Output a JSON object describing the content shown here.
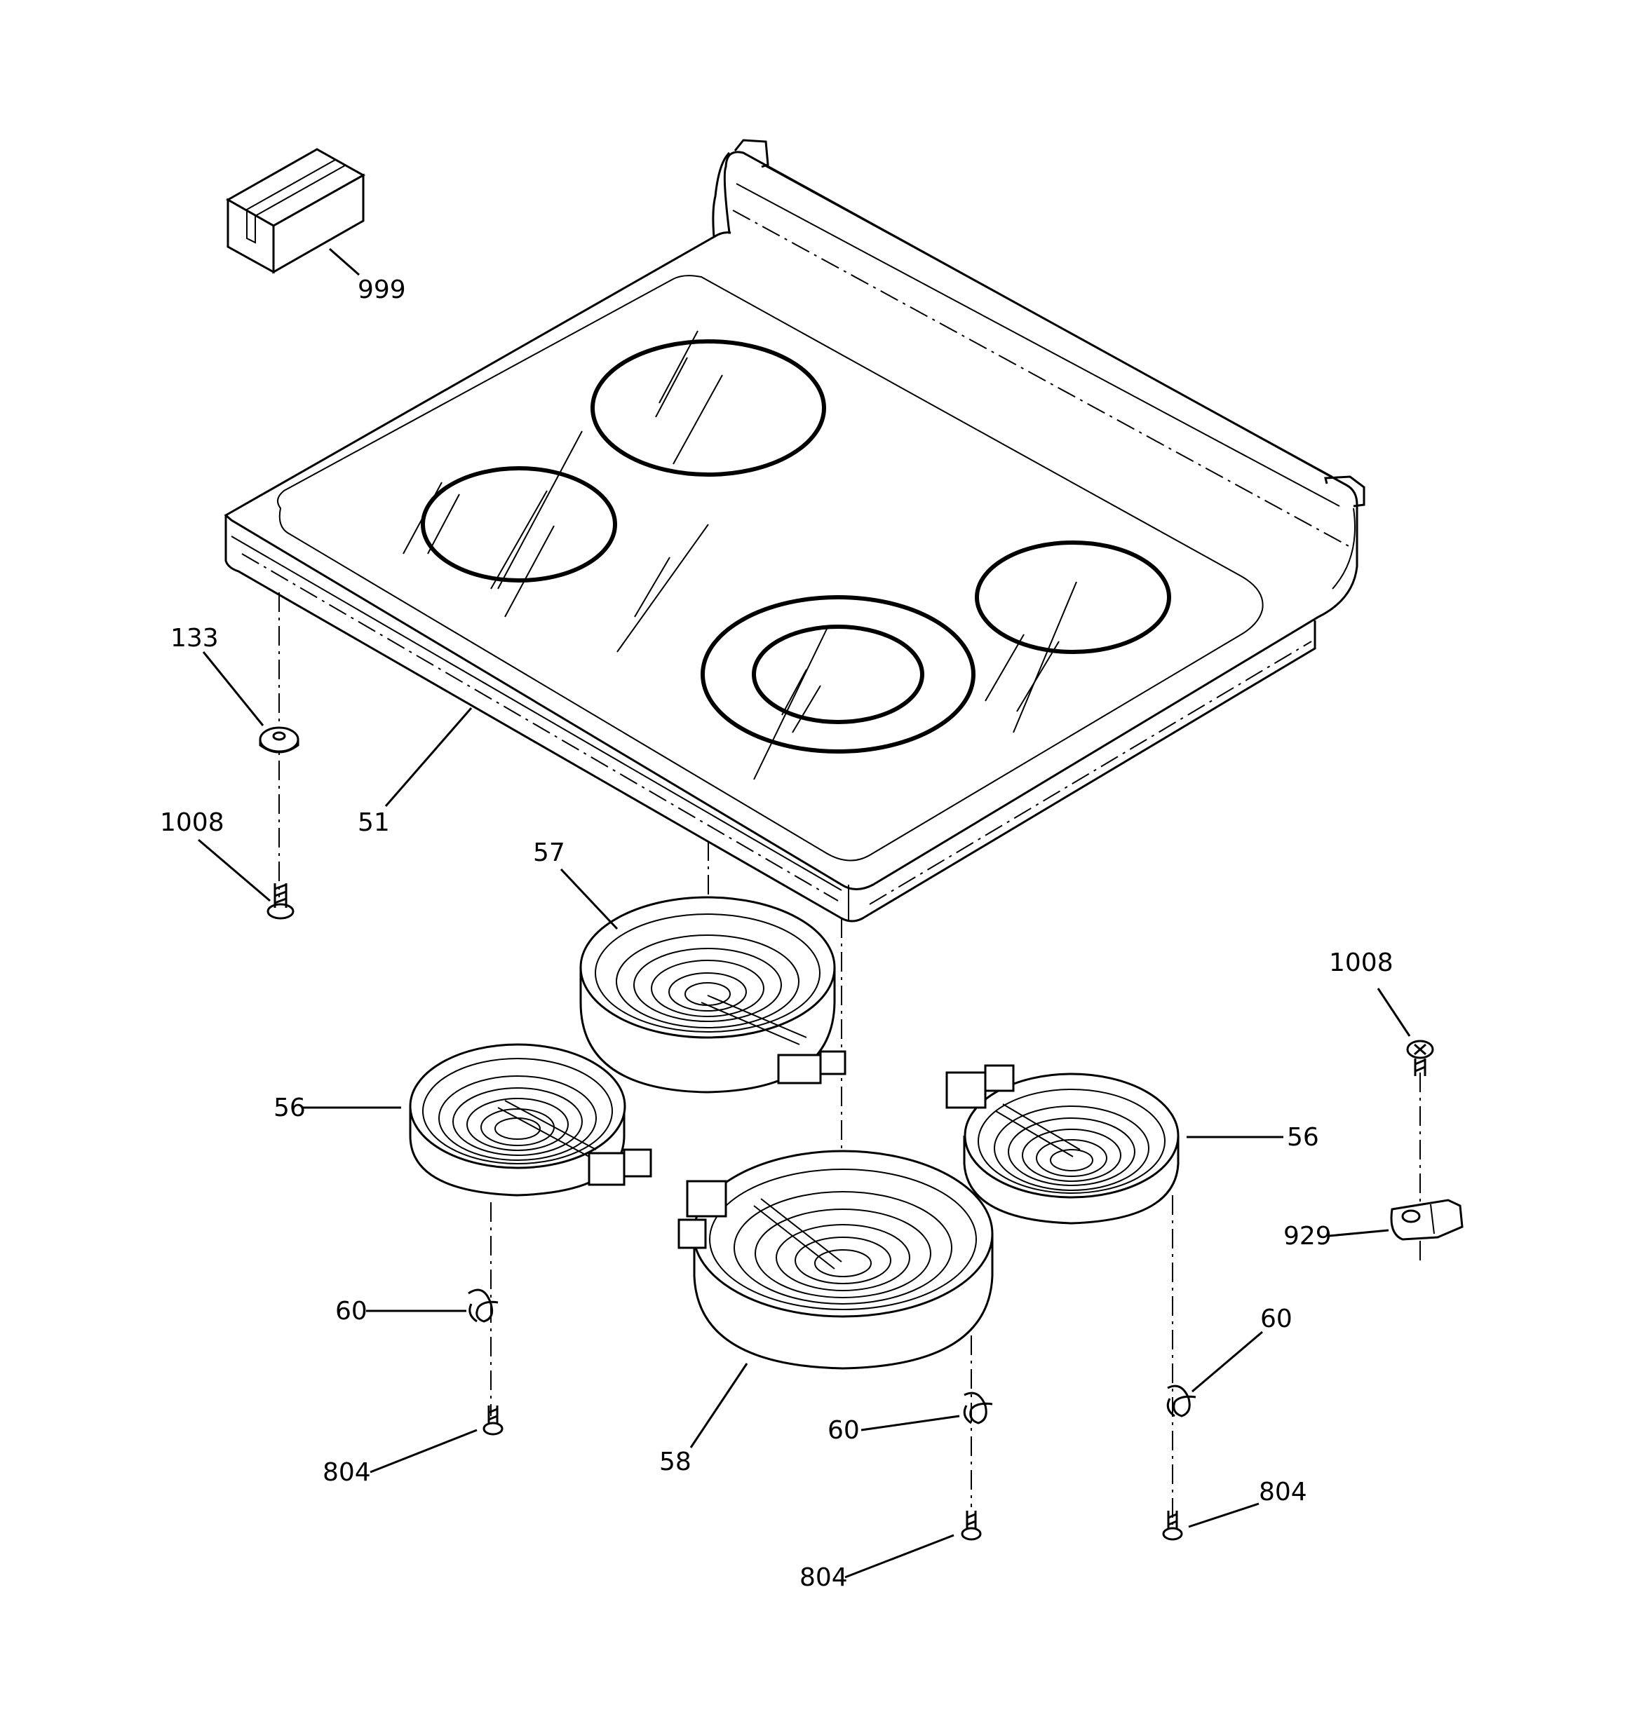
{
  "callouts": {
    "kit": "999",
    "glass_cooktop": "51",
    "spacer": "133",
    "screw_left": "1008",
    "screw_right": "1008",
    "element_rear": "57",
    "element_left": "56",
    "element_right": "56",
    "element_front_dual": "58",
    "clip_left": "60",
    "clip_center": "60",
    "clip_right": "60",
    "screw_804_left": "804",
    "screw_804_center": "804",
    "screw_804_right": "804",
    "bracket": "929"
  }
}
